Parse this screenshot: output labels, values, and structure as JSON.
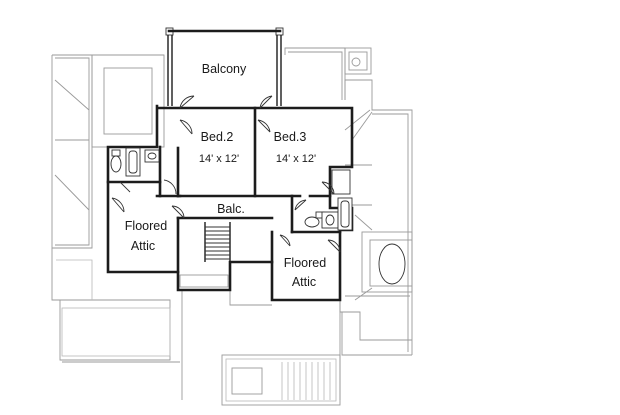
{
  "rooms": {
    "balcony": {
      "name": "Balcony"
    },
    "bed2": {
      "name": "Bed.2",
      "dims": "14' x 12'"
    },
    "bed3": {
      "name": "Bed.3",
      "dims": "14' x 12'"
    },
    "balc": {
      "name": "Balc."
    },
    "attic_left": {
      "line1": "Floored",
      "line2": "Attic"
    },
    "attic_right": {
      "line1": "Floored",
      "line2": "Attic"
    }
  },
  "icons": [
    "door-swing-icon",
    "toilet-icon",
    "sink-icon",
    "bathtub-icon",
    "stair-icon"
  ],
  "colors": {
    "wall": "#1c1c1c",
    "roof_outline": "#9a9a9a",
    "background": "#ffffff"
  }
}
